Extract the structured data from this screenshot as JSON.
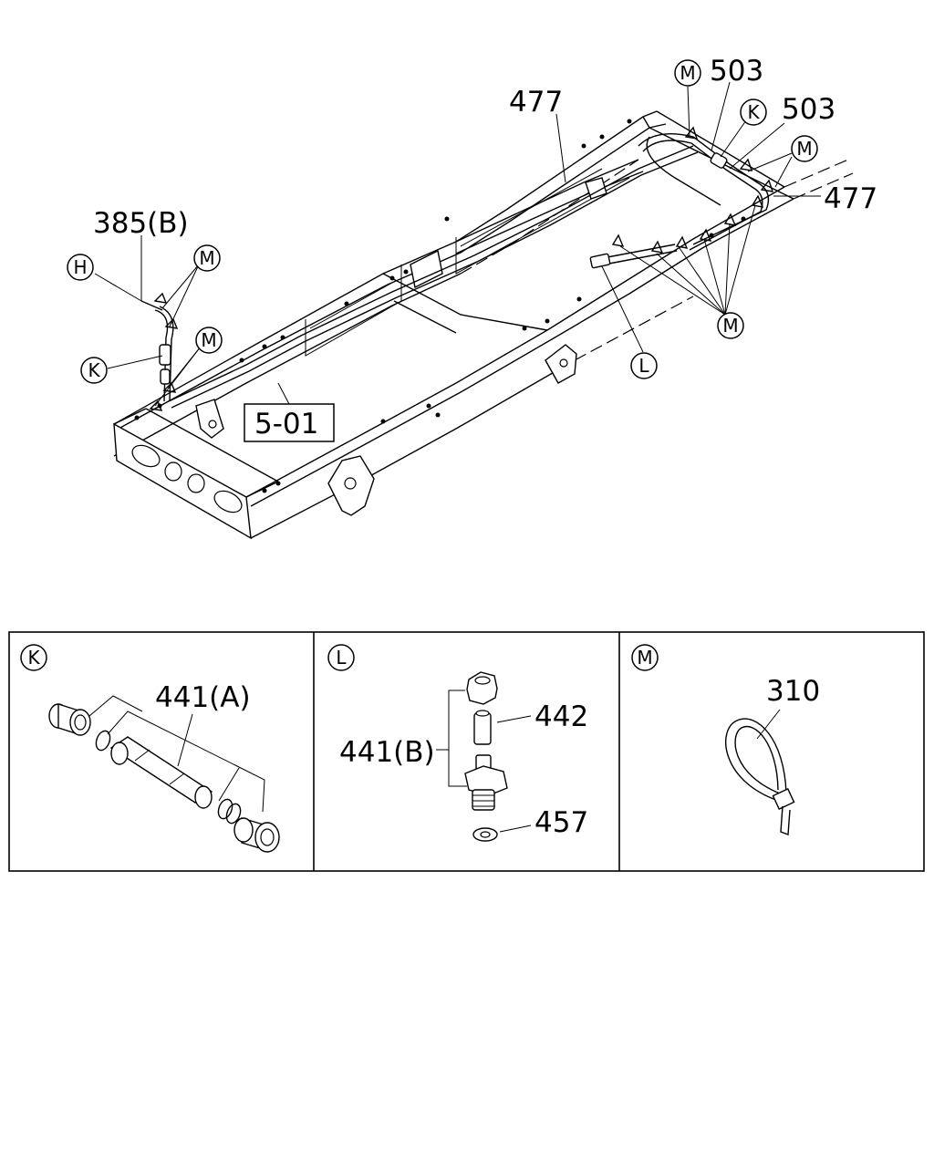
{
  "main_labels": {
    "part_477_upper": "477",
    "part_503_a": "503",
    "part_503_b": "503",
    "part_477_right": "477",
    "part_385b": "385(B)",
    "ref_box": "5-01"
  },
  "callouts": {
    "m_top": "M",
    "k_top": "K",
    "m_right": "M",
    "m_left_upper": "M",
    "h_left": "H",
    "k_left": "K",
    "m_left_lower": "M",
    "m_bottom_right": "M",
    "l_center": "L"
  },
  "detail_panels": [
    {
      "callout": "K",
      "label": "441(A)"
    },
    {
      "callout": "L",
      "labels": [
        "441(B)",
        "442",
        "457"
      ]
    },
    {
      "callout": "M",
      "label": "310"
    }
  ]
}
